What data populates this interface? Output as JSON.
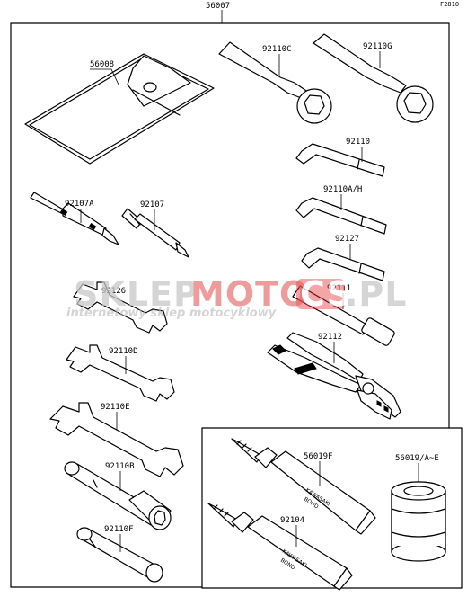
{
  "figure_code": "F2810",
  "kit_number": "56007",
  "parts": {
    "p56008": "56008",
    "p92107a": "92107A",
    "p92107": "92107",
    "p92126": "92126",
    "p92110d": "92110D",
    "p92110e": "92110E",
    "p92110b": "92110B",
    "p92110f": "92110F",
    "p92110c": "92110C",
    "p92110g": "92110G",
    "p92110": "92110",
    "p92110ah": "92110A/H",
    "p92127": "92127",
    "p92111": "92111",
    "p92112": "92112",
    "p56019f": "56019F",
    "p92104": "92104",
    "p56019ae": "56019/A~E"
  },
  "tube_print": {
    "line1": "KAWASAKI",
    "line2": "BOND"
  },
  "watermark": {
    "part1": "SKLEP",
    "part2": "MOTO",
    "part3": "CS",
    "part4": ".PL",
    "tagline": "internetowy sklep motocyklowy",
    "gray": "#b9b9b9",
    "red": "#e4262a"
  }
}
